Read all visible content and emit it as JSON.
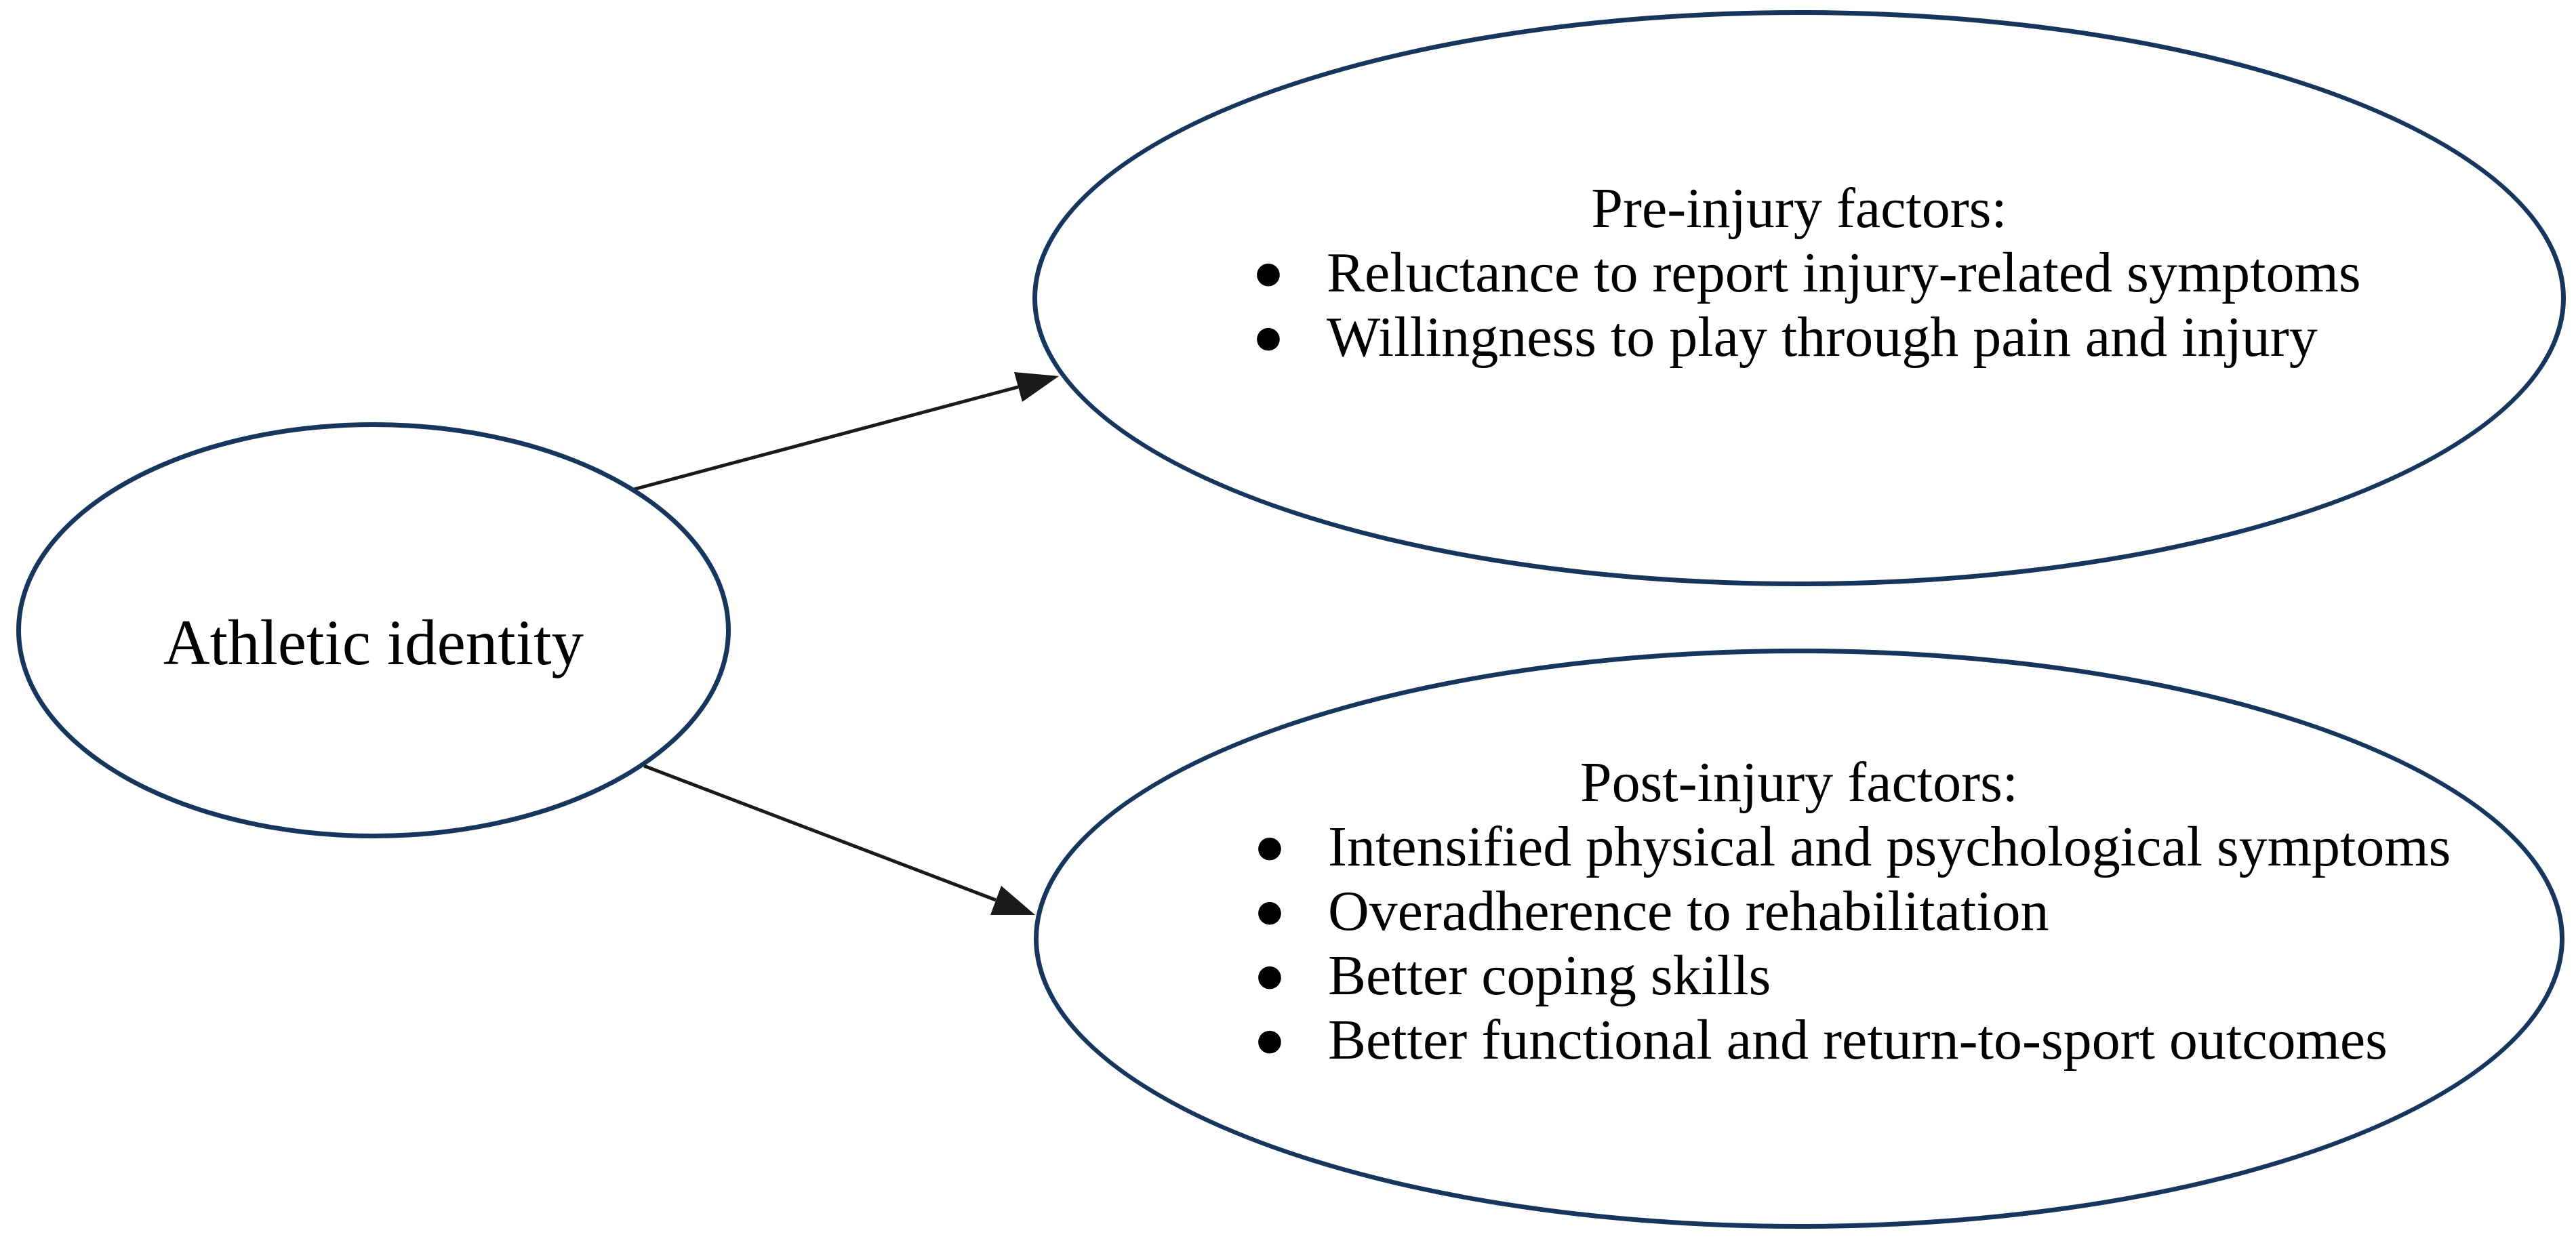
{
  "colors": {
    "background": "#ffffff",
    "ellipse_border": "#17365d",
    "arrow": "#1a1a1a",
    "text": "#000000"
  },
  "icons": {
    "bullet": "●",
    "arrowhead": "solid-triangle"
  },
  "diagram": {
    "source_node": {
      "label": "Athletic identity"
    },
    "factor_nodes": [
      {
        "id": "pre-injury",
        "title": "Pre-injury factors:",
        "bullets": [
          "Reluctance to report injury-related symptoms",
          "Willingness to play through pain and injury"
        ]
      },
      {
        "id": "post-injury",
        "title": "Post-injury factors:",
        "bullets": [
          "Intensified physical and psychological symptoms",
          "Overadherence to rehabilitation",
          "Better coping skills",
          "Better functional and return-to-sport outcomes"
        ]
      }
    ]
  }
}
